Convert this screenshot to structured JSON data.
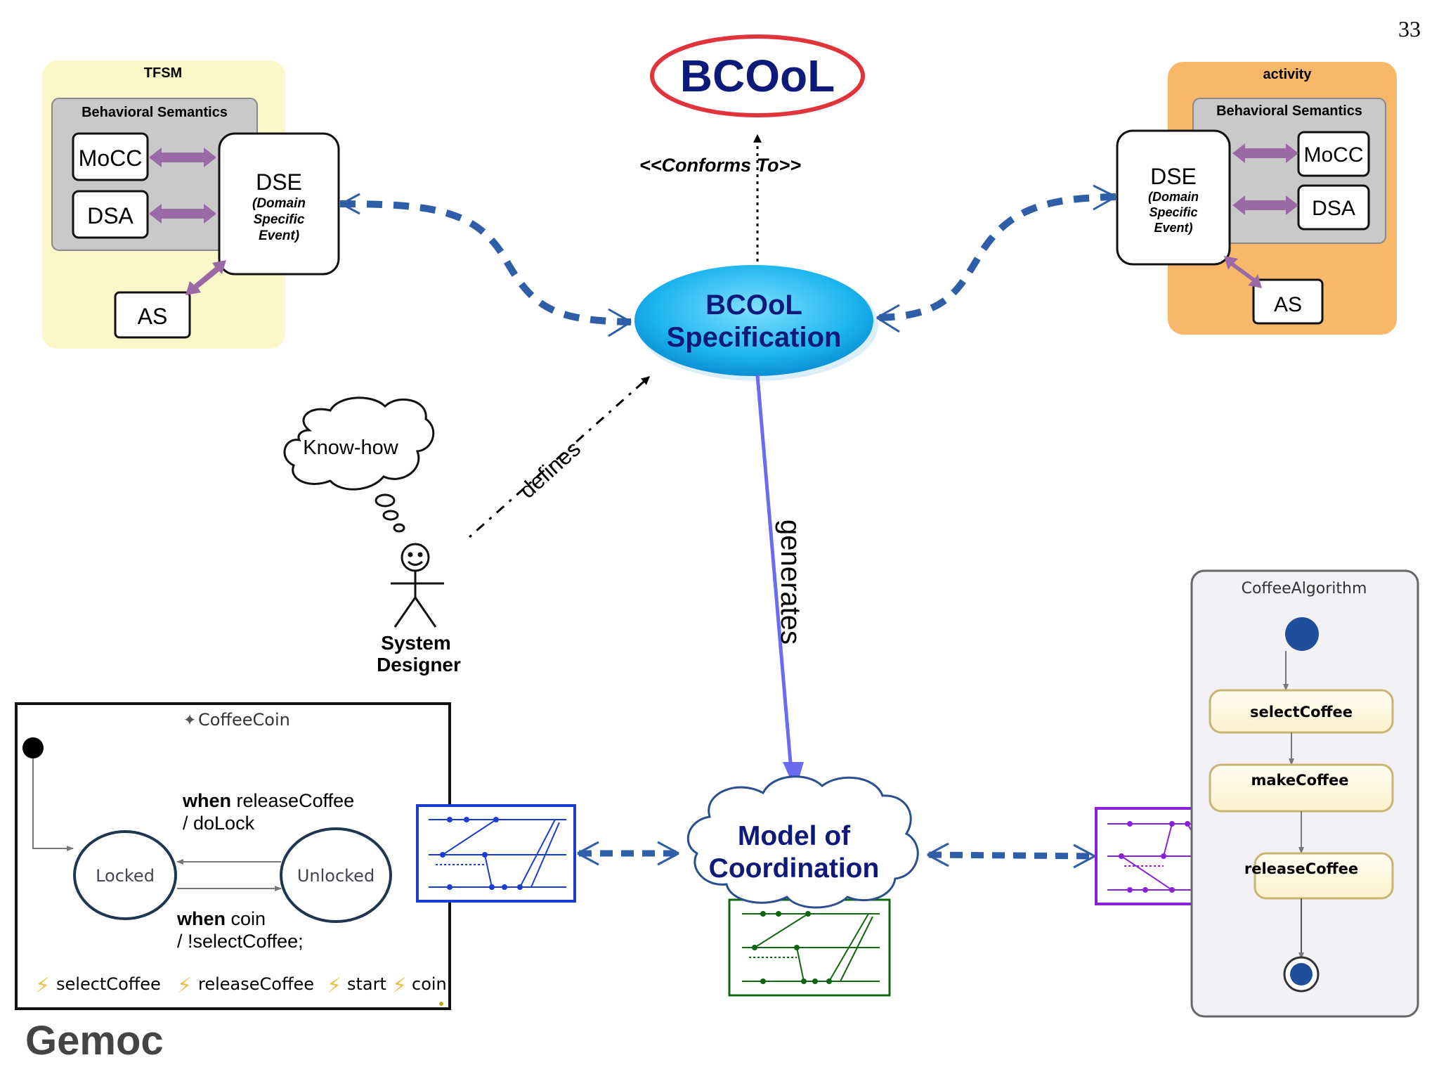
{
  "page_number": "33",
  "title": "BCOoL",
  "conforms_label": "<<Conforms To>>",
  "spec_line1": "BCOoL",
  "spec_line2": "Specification",
  "generates_label": "generates",
  "defines_label": "defines",
  "moc_line1": "Model of",
  "moc_line2": "Coordination",
  "knowhow_label": "Know-how",
  "designer_line1": "System",
  "designer_line2": "Designer",
  "left_model": {
    "title": "TFSM",
    "semantics": "Behavioral Semantics",
    "mocc": "MoCC",
    "dsa": "DSA",
    "as": "AS",
    "dse": "DSE",
    "dse_sub1": "(Domain",
    "dse_sub2": "Specific",
    "dse_sub3": "Event)"
  },
  "right_model": {
    "title": "activity",
    "semantics": "Behavioral Semantics",
    "mocc": "MoCC",
    "dsa": "DSA",
    "as": "AS",
    "dse": "DSE",
    "dse_sub1": "(Domain",
    "dse_sub2": "Specific",
    "dse_sub3": "Event)"
  },
  "coffee_coin": {
    "title": "CoffeeCoin",
    "state_locked": "Locked",
    "state_unlocked": "Unlocked",
    "t1_kw": "when",
    "t1_event": " releaseCoffee",
    "t1_action": "/ doLock",
    "t2_kw": "when",
    "t2_event": " coin",
    "t2_action": "/ !selectCoffee;",
    "events": [
      "selectCoffee",
      "releaseCoffee",
      "start",
      "coin"
    ]
  },
  "coffee_algorithm": {
    "title": "CoffeeAlgorithm",
    "actions": [
      "selectCoffee",
      "makeCoffee",
      "releaseCoffee"
    ]
  },
  "logo": "Gemoc",
  "colors": {
    "title_blue": "#0d1a7a",
    "title_ring": "#e0333a",
    "dashed_arrow": "#2f5ea8",
    "generates_arrow": "#6b6bf0",
    "left_bg": "#fbf7c8",
    "right_bg": "#f7b86a",
    "double_arrow": "#9b6aa6",
    "blue_diagram": "#1a3ccf",
    "green_diagram": "#116611",
    "purple_diagram": "#8a21d8"
  }
}
